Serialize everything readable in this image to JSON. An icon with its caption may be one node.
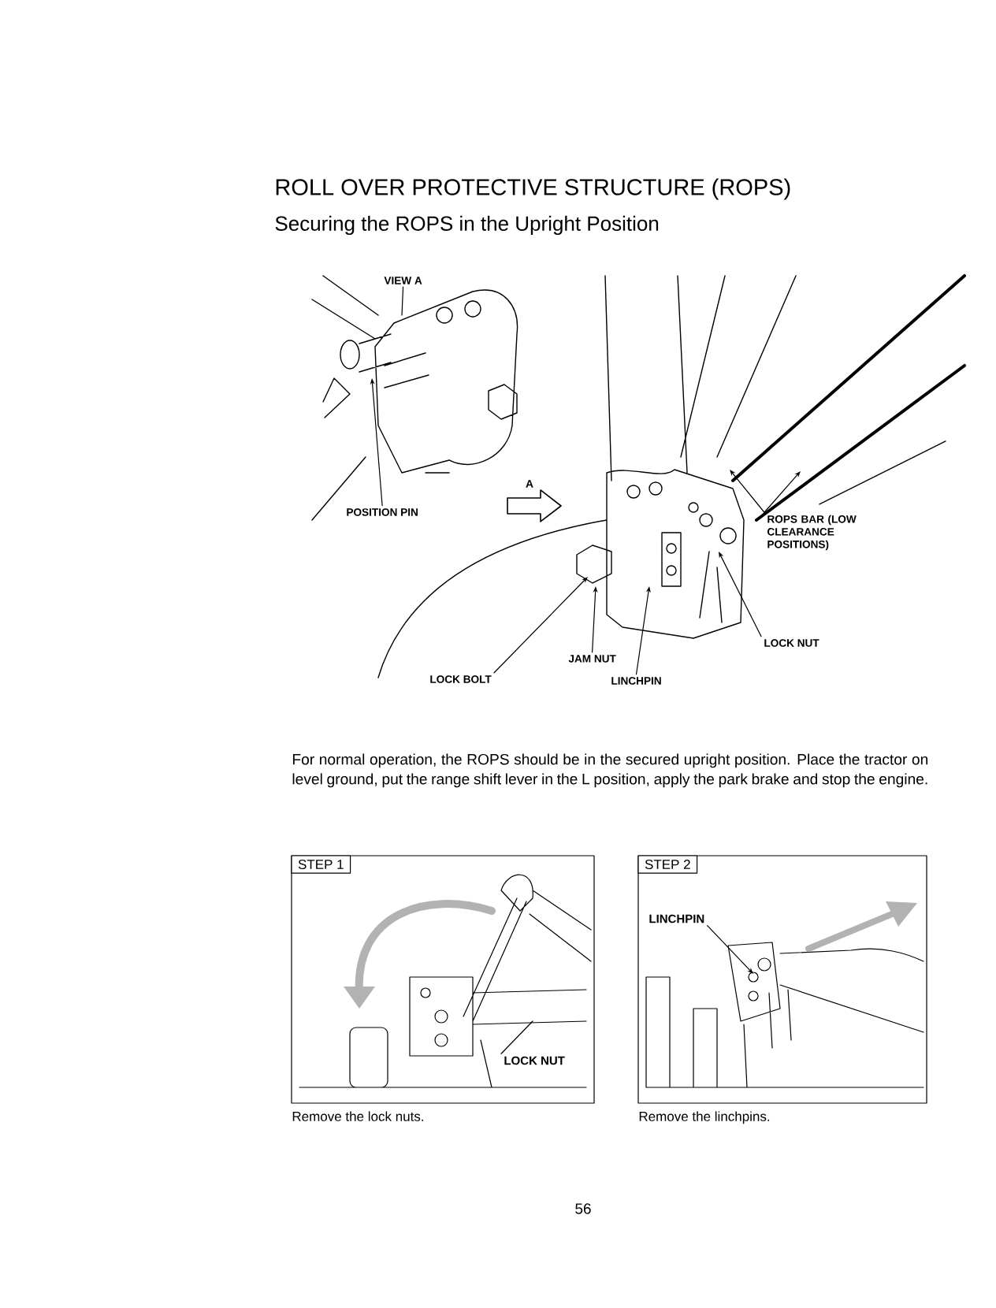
{
  "diagram": {
    "title": "ROLL OVER PROTECTIVE STRUCTURE (ROPS)",
    "nodes": [
      {
        "text": [
          "VIEW A"
        ]
      },
      {
        "text": [
          "POSITION PIN"
        ]
      },
      {
        "text": [
          "ROPS BAR (LOW CLEARANCE POSITIONS)"
        ]
      },
      {
        "text": [
          "JAM NUT"
        ]
      },
      {
        "text": [
          "LOCK BOLT"
        ]
      },
      {
        "text": [
          "LOCK NUT"
        ]
      },
      {
        "text": [
          "LINCHPIN"
        ]
      },
      {
        "text": [
          "STEP 1"
        ],
        "beside": [
          "Remove the lock nuts."
        ]
      },
      {
        "text": [
          "LOCK NUT"
        ],
        "in": 7
      },
      {
        "text": [
          "STEP 2"
        ],
        "beside": [
          "Remove the linchpins."
        ]
      },
      {
        "text": [
          "LINCHPIN"
        ],
        "in": 9
      }
    ],
    "edges": [
      {
        "from": 0,
        "to": null,
        "arrow": "none"
      },
      {
        "from": 1,
        "to": null,
        "arrow": "to"
      },
      {
        "from": 2,
        "to": null,
        "arrow": "to"
      },
      {
        "from": 2,
        "to": null,
        "arrow": "to"
      },
      {
        "from": 3,
        "to": null,
        "arrow": "to"
      },
      {
        "from": 4,
        "to": null,
        "arrow": "to"
      },
      {
        "from": 5,
        "to": null,
        "arrow": "to"
      },
      {
        "from": 6,
        "to": null,
        "arrow": "to"
      },
      {
        "from": 8,
        "to": null,
        "arrow": "none"
      },
      {
        "from": 10,
        "to": null,
        "arrow": "to"
      }
    ],
    "labels": [
      "Securing the ROPS in the Upright Position",
      "A",
      "For normal operation, the ROPS should be in the secured upright position. Place the tractor on level ground, put the range shift lever in the L position, apply the park brake and stop the engine.",
      "56"
    ]
  }
}
